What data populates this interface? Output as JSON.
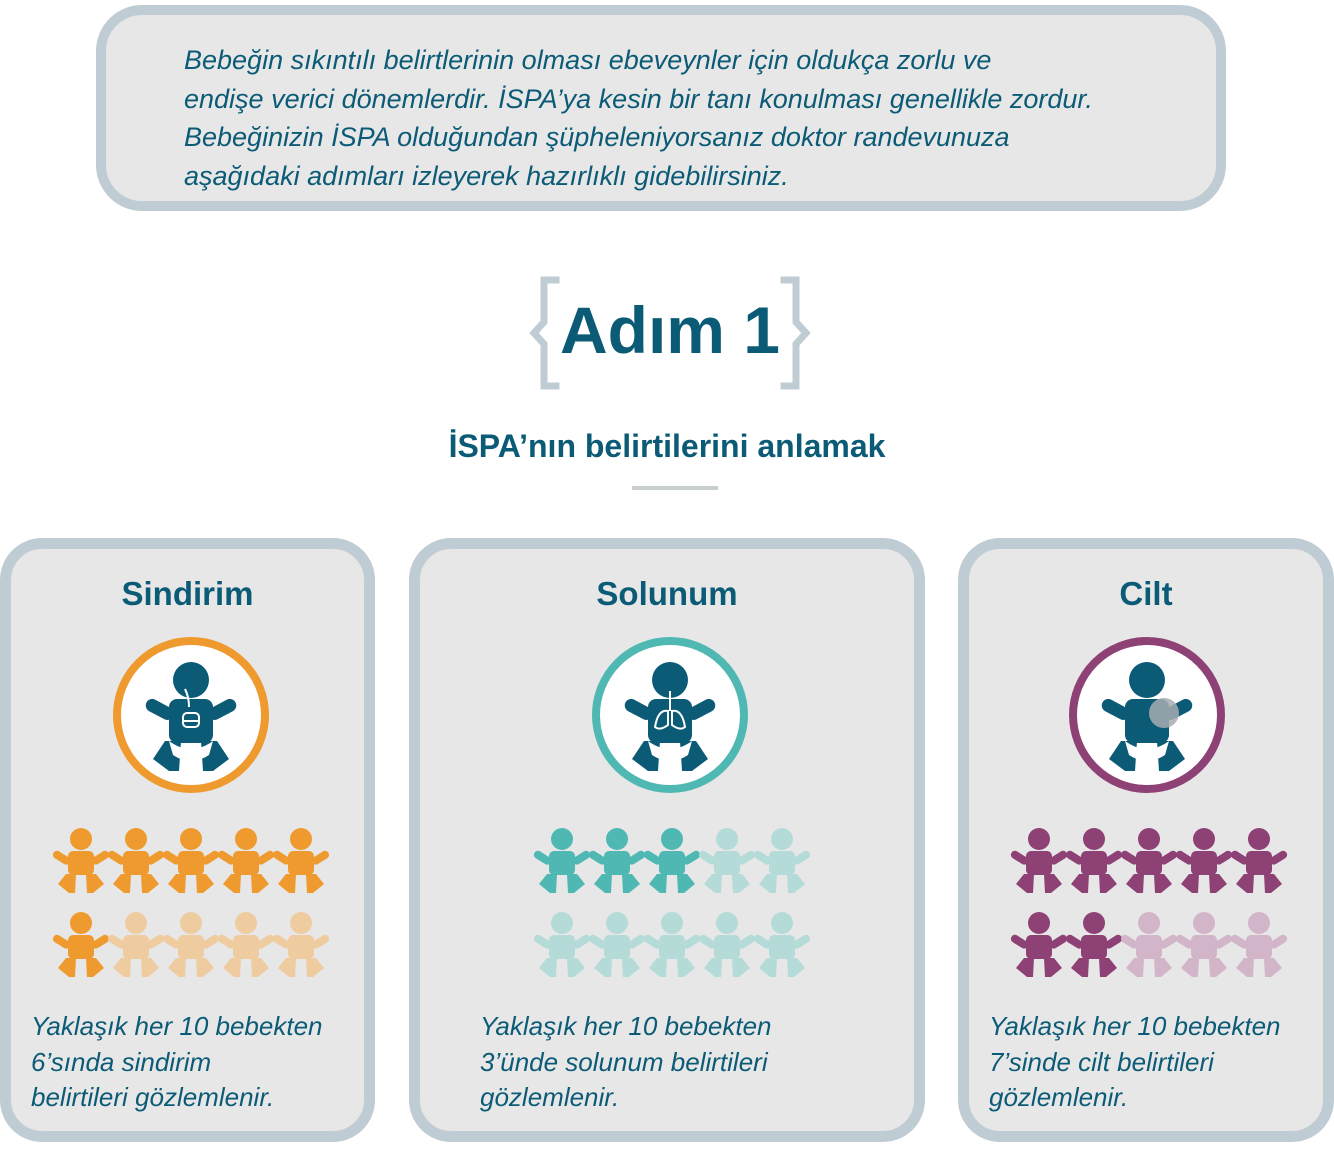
{
  "intro": {
    "lines": [
      "Bebeğin sıkıntılı belirtlerinin olması ebeveynler için oldukça zorlu ve",
      "endişe verici dönemlerdir. İSPA’ya kesin bir tanı konulması genellikle zordur.",
      "Bebeğinizin İSPA olduğundan şüpheleniyorsanız doktor randevunuza",
      "aşağıdaki adımları izleyerek hazırlıklı gidebilirsiniz."
    ]
  },
  "step": {
    "title": "Adım 1"
  },
  "subtitle": "İSPA’nın belirtilerini anlamak",
  "colors": {
    "primary": "#0c5b76",
    "card_border": "#c0ccd3",
    "card_bg": "#e7e7e8"
  },
  "cards": [
    {
      "title": "Sindirim",
      "icon": "baby-digestive-icon",
      "accent": "#ef9a2e",
      "accent_light": "#efcca0",
      "highlighted_count": 6,
      "total": 10,
      "text_lines": [
        "Yaklaşık her 10 bebekten",
        "6’sında sindirim",
        "belirtileri gözlemlenir."
      ]
    },
    {
      "title": "Solunum",
      "icon": "baby-lungs-icon",
      "accent": "#4fb8b2",
      "accent_light": "#b4dbd8",
      "highlighted_count": 3,
      "total": 10,
      "text_lines": [
        "Yaklaşık her 10 bebekten",
        "3’ünde solunum belirtileri",
        "gözlemlenir."
      ]
    },
    {
      "title": "Cilt",
      "icon": "baby-skin-icon",
      "accent": "#8e4175",
      "accent_light": "#d2b5c8",
      "highlighted_count": 7,
      "total": 10,
      "text_lines": [
        "Yaklaşık her 10 bebekten",
        "7’sinde cilt belirtileri",
        "gözlemlenir."
      ]
    }
  ]
}
